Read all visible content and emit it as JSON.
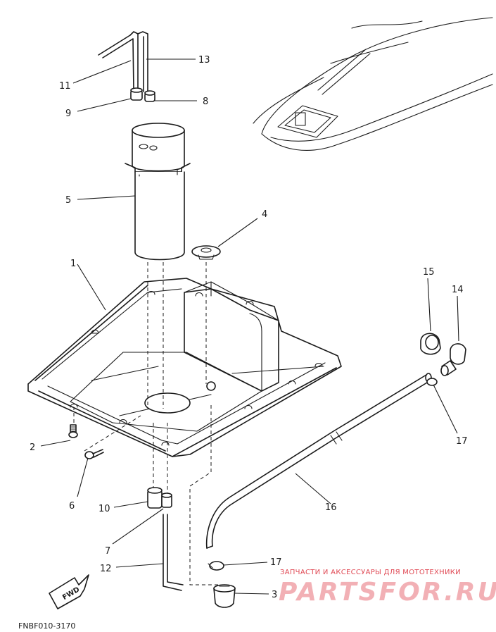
{
  "diagram_code": "FNBF010-3170",
  "fwd_label": "FWD",
  "watermark": {
    "tagline": "ЗАПЧАСТИ И АКСЕССУАРЫ ДЛЯ МОТОТЕХНИКИ",
    "brand": "PARTSFOR.RU"
  },
  "callouts": {
    "c1": "1",
    "c2": "2",
    "c3": "3",
    "c4": "4",
    "c5": "5",
    "c6": "6",
    "c7": "7",
    "c8": "8",
    "c9": "9",
    "c10": "10",
    "c11": "11",
    "c12": "12",
    "c13": "13",
    "c14": "14",
    "c15": "15",
    "c16": "16",
    "c17a": "17",
    "c17b": "17"
  }
}
